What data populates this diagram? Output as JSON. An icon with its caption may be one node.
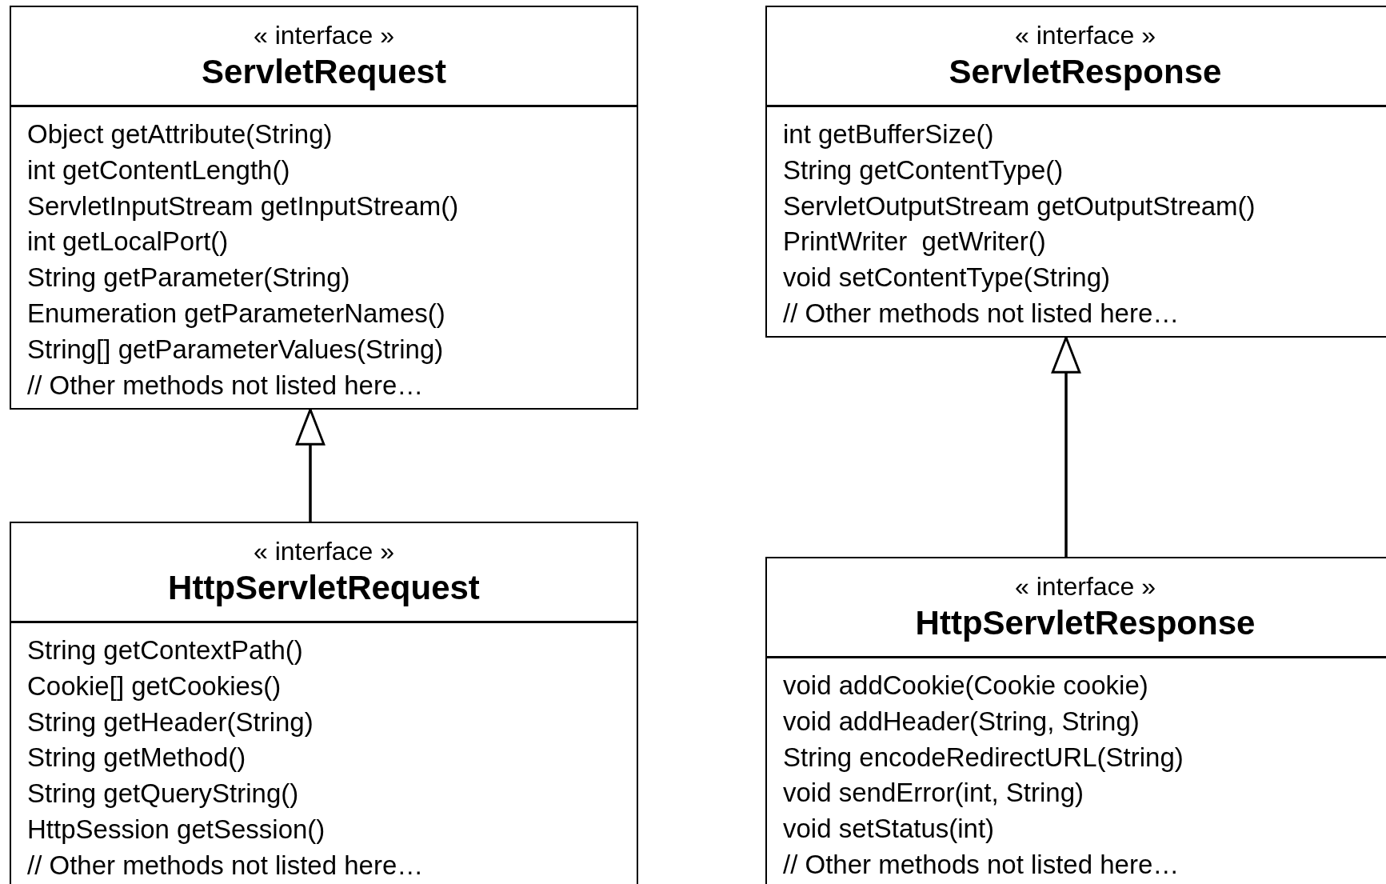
{
  "diagram": {
    "nodes": [
      {
        "text": [
          "« interface »",
          "ServletRequest",
          "Object getAttribute(String)",
          "int getContentLength()",
          "ServletInputStream getInputStream()",
          "int getLocalPort()",
          "String getParameter(String)",
          "Enumeration getParameterNames()",
          "String[] getParameterValues(String)",
          "// Other methods not listed here…"
        ]
      },
      {
        "text": [
          "« interface »",
          "HttpServletRequest",
          "String getContextPath()",
          "Cookie[] getCookies()",
          "String getHeader(String)",
          "String getMethod()",
          "String getQueryString()",
          "HttpSession getSession()",
          "// Other methods not listed here…"
        ]
      },
      {
        "text": [
          "« interface »",
          "ServletResponse",
          "int getBufferSize()",
          "String getContentType()",
          "ServletOutputStream getOutputStream()",
          "PrintWriter  getWriter()",
          "void setContentType(String)",
          "// Other methods not listed here…"
        ]
      },
      {
        "text": [
          "« interface »",
          "HttpServletResponse",
          "void addCookie(Cookie cookie)",
          "void addHeader(String, String)",
          "String encodeRedirectURL(String)",
          "void sendError(int, String)",
          "void setStatus(int)",
          "// Other methods not listed here…"
        ]
      }
    ],
    "edges": [
      {
        "from": 1,
        "to": 0,
        "arrow": "to"
      },
      {
        "from": 3,
        "to": 2,
        "arrow": "to"
      }
    ]
  }
}
